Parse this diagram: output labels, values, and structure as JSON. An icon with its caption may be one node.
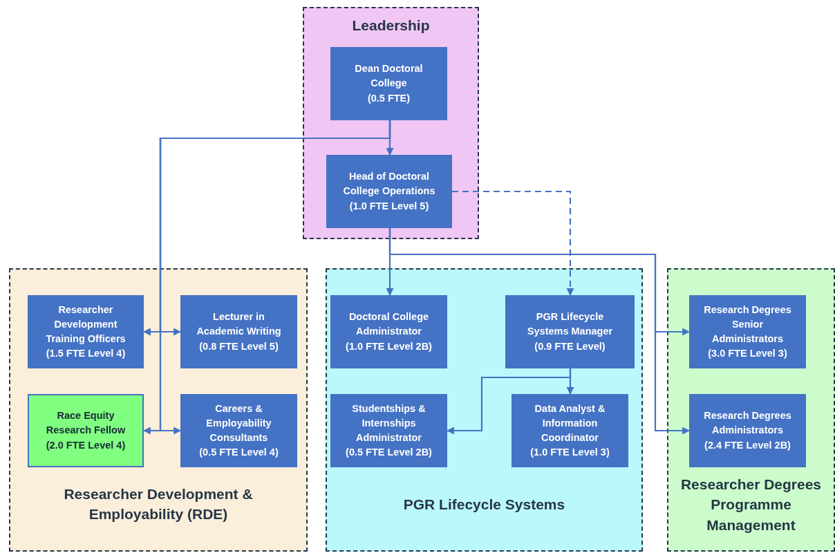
{
  "diagram": {
    "nodes": [
      {
        "text": [
          "Leadership"
        ]
      },
      {
        "text": [
          "Dean Doctoral College",
          "(0.5 FTE)"
        ],
        "in": 0
      },
      {
        "text": [
          "Head of Doctoral College Operations",
          "(1.0 FTE Level 5)"
        ],
        "in": 0
      },
      {
        "text": [
          "Researcher Development & Employability (RDE)"
        ]
      },
      {
        "text": [
          "Researcher Development Training Officers",
          "(1.5 FTE Level 4)"
        ],
        "in": 3
      },
      {
        "text": [
          "Lecturer in Academic Writing",
          "(0.8 FTE Level 5)"
        ],
        "in": 3
      },
      {
        "text": [
          "Race Equity Research Fellow",
          "(2.0 FTE Level 4)"
        ],
        "in": 3
      },
      {
        "text": [
          "Careers & Employability Consultants",
          "(0.5 FTE Level 4)"
        ],
        "in": 3
      },
      {
        "text": [
          "PGR Lifecycle Systems"
        ]
      },
      {
        "text": [
          "Doctoral College Administrator",
          "(1.0 FTE Level 2B)"
        ],
        "in": 8
      },
      {
        "text": [
          "PGR Lifecycle Systems Manager",
          "(0.9 FTE Level)"
        ],
        "in": 8
      },
      {
        "text": [
          "Studentships & Internships Administrator",
          "(0.5 FTE Level 2B)"
        ],
        "in": 8
      },
      {
        "text": [
          "Data Analyst & Information Coordinator",
          "(1.0 FTE Level 3)"
        ],
        "in": 8
      },
      {
        "text": [
          "Researcher Degrees Programme Management"
        ]
      },
      {
        "text": [
          "Research Degrees Senior Administrators",
          "(3.0 FTE Level 3)"
        ],
        "in": 13
      },
      {
        "text": [
          "Research Degrees Administrators",
          "(2.4 FTE Level 2B)"
        ],
        "in": 13
      }
    ],
    "edges": [
      {
        "from": 1,
        "to": 2,
        "arrow": "to"
      },
      {
        "from": 1,
        "to": 4,
        "arrow": "to"
      },
      {
        "from": 1,
        "to": 5,
        "arrow": "to"
      },
      {
        "from": 1,
        "to": 6,
        "arrow": "to"
      },
      {
        "from": 1,
        "to": 7,
        "arrow": "to"
      },
      {
        "from": 2,
        "to": 9,
        "arrow": "to"
      },
      {
        "from": 2,
        "to": 10,
        "arrow": "to",
        "style": "dashed"
      },
      {
        "from": 2,
        "to": 14,
        "arrow": "to"
      },
      {
        "from": 2,
        "to": 15,
        "arrow": "to"
      },
      {
        "from": 10,
        "to": 12,
        "arrow": "to"
      },
      {
        "from": 10,
        "to": 11,
        "arrow": "to"
      }
    ]
  }
}
